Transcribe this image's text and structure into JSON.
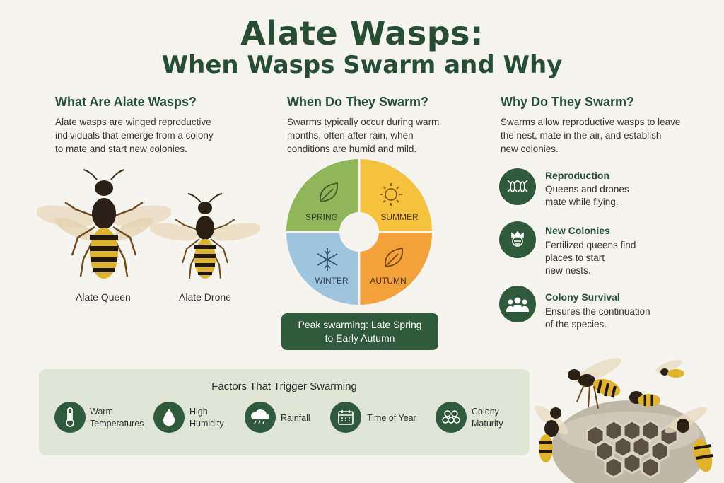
{
  "title": {
    "line1": "Alate Wasps:",
    "line2": "When Wasps Swarm and Why"
  },
  "what": {
    "heading": "What Are Alate Wasps?",
    "lines": [
      "Alate wasps are winged reproductive",
      "individuals that emerge from a colony",
      "to mate and start new colonies."
    ],
    "queen_caption": "Alate Queen",
    "drone_caption": "Alate Drone"
  },
  "when": {
    "heading": "When Do They Swarm?",
    "lines": [
      "Swarms typically occur during warm",
      "months, often after rain, when",
      "conditions are humid and mild."
    ],
    "seasons": [
      {
        "name": "SPRING",
        "color": "#8fb75a",
        "icon": "leaf-icon"
      },
      {
        "name": "SUMMER",
        "color": "#f5c23e",
        "icon": "sun-icon"
      },
      {
        "name": "WINTER",
        "color": "#9ec4de",
        "icon": "snowflake-icon"
      },
      {
        "name": "AUTUMN",
        "color": "#f2a238",
        "icon": "leaf-icon"
      }
    ],
    "peak_lines": [
      "Peak swarming: Late Spring",
      "to Early Autumn"
    ]
  },
  "why": {
    "heading": "Why Do They Swarm?",
    "lines": [
      "Swarms allow reproductive wasps to leave",
      "the nest, mate in the air, and establish",
      "new colonies."
    ],
    "reasons": [
      {
        "title": "Reproduction",
        "lines": [
          "Queens and drones",
          "mate while flying."
        ],
        "icon": "mating-wasps-icon"
      },
      {
        "title": "New Colonies",
        "lines": [
          "Fertilized queens find",
          "places to start",
          "new nests."
        ],
        "icon": "queen-icon"
      },
      {
        "title": "Colony Survival",
        "lines": [
          "Ensures the continuation",
          "of the species."
        ],
        "icon": "group-icon"
      }
    ]
  },
  "factors": {
    "heading": "Factors That Trigger Swarming",
    "items": [
      {
        "lines": [
          "Warm",
          "Temperatures"
        ],
        "icon": "thermometer-icon"
      },
      {
        "lines": [
          "High",
          "Humidity"
        ],
        "icon": "droplet-icon"
      },
      {
        "lines": [
          "Rainfall"
        ],
        "icon": "rain-cloud-icon"
      },
      {
        "lines": [
          "Time of Year"
        ],
        "icon": "calendar-icon"
      },
      {
        "lines": [
          "Colony",
          "Maturity"
        ],
        "icon": "colony-icon"
      }
    ]
  },
  "colors": {
    "primary": "#274e35",
    "badge": "#2f5a3b",
    "panel": "#dfe6d6",
    "background": "#f6f4ef"
  }
}
